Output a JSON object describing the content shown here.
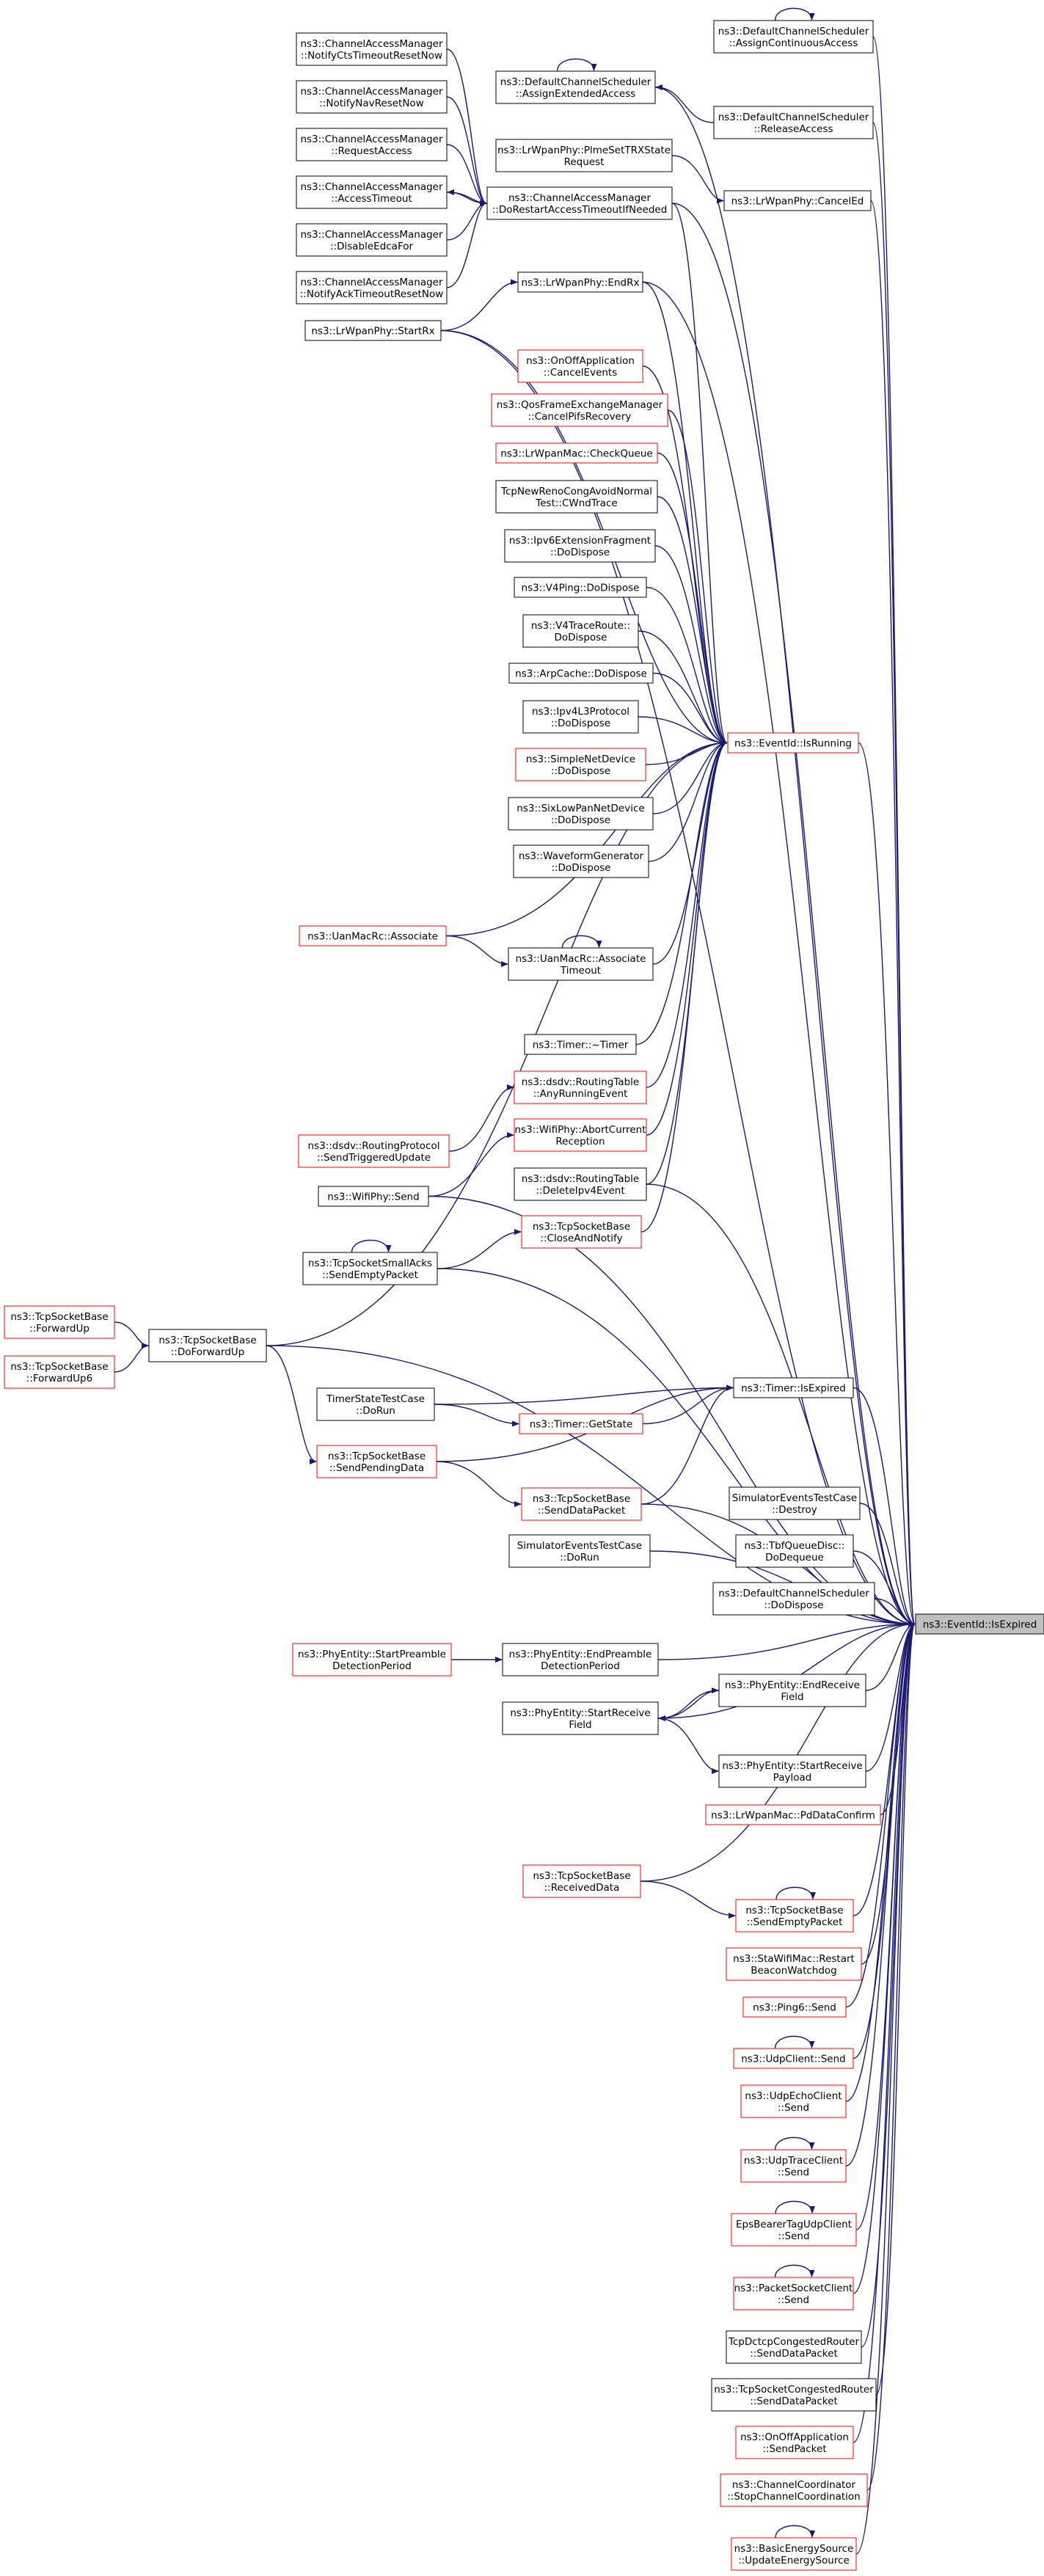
{
  "graph": {
    "focus": "n_isexpired",
    "edge_color": "#191970",
    "nodes": [
      {
        "id": "n_isexpired",
        "lines": [
          "ns3::EventId::IsExpired"
        ],
        "style": "focus"
      },
      {
        "id": "n_isrunning",
        "lines": [
          "ns3::EventId::IsRunning"
        ],
        "style": "red"
      },
      {
        "id": "n_dcs_assigncont",
        "lines": [
          "ns3::DefaultChannelScheduler",
          "::AssignContinuousAccess"
        ],
        "style": "black"
      },
      {
        "id": "n_dcs_assignext",
        "lines": [
          "ns3::DefaultChannelScheduler",
          "::AssignExtendedAccess"
        ],
        "style": "black"
      },
      {
        "id": "n_dcs_release",
        "lines": [
          "ns3::DefaultChannelScheduler",
          "::ReleaseAccess"
        ],
        "style": "black"
      },
      {
        "id": "n_cam_notifycts",
        "lines": [
          "ns3::ChannelAccessManager",
          "::NotifyCtsTimeoutResetNow"
        ],
        "style": "black"
      },
      {
        "id": "n_cam_notifynav",
        "lines": [
          "ns3::ChannelAccessManager",
          "::NotifyNavResetNow"
        ],
        "style": "black"
      },
      {
        "id": "n_cam_request",
        "lines": [
          "ns3::ChannelAccessManager",
          "::RequestAccess"
        ],
        "style": "black"
      },
      {
        "id": "n_cam_accesstimeout",
        "lines": [
          "ns3::ChannelAccessManager",
          "::AccessTimeout"
        ],
        "style": "black"
      },
      {
        "id": "n_cam_disableedca",
        "lines": [
          "ns3::ChannelAccessManager",
          "::DisableEdcaFor"
        ],
        "style": "black"
      },
      {
        "id": "n_cam_notifyack",
        "lines": [
          "ns3::ChannelAccessManager",
          "::NotifyAckTimeoutResetNow"
        ],
        "style": "black"
      },
      {
        "id": "n_cam_dorestart",
        "lines": [
          "ns3::ChannelAccessManager",
          "::DoRestartAccessTimeoutIfNeeded"
        ],
        "style": "black"
      },
      {
        "id": "n_lrphy_plme",
        "lines": [
          "ns3::LrWpanPhy::PlmeSetTRXState",
          "Request"
        ],
        "style": "black"
      },
      {
        "id": "n_lrphy_cancelEd",
        "lines": [
          "ns3::LrWpanPhy::CancelEd"
        ],
        "style": "black"
      },
      {
        "id": "n_lrphy_endrx",
        "lines": [
          "ns3::LrWpanPhy::EndRx"
        ],
        "style": "black"
      },
      {
        "id": "n_lrphy_startrx",
        "lines": [
          "ns3::LrWpanPhy::StartRx"
        ],
        "style": "black"
      },
      {
        "id": "n_onoff_cancel",
        "lines": [
          "ns3::OnOffApplication",
          "::CancelEvents"
        ],
        "style": "red"
      },
      {
        "id": "n_qos_cancel",
        "lines": [
          "ns3::QosFrameExchangeManager",
          "::CancelPifsRecovery"
        ],
        "style": "red"
      },
      {
        "id": "n_lrmac_checkq",
        "lines": [
          "ns3::LrWpanMac::CheckQueue"
        ],
        "style": "red"
      },
      {
        "id": "n_tcpnewreno",
        "lines": [
          "TcpNewRenoCongAvoidNormal",
          "Test::CWndTrace"
        ],
        "style": "black"
      },
      {
        "id": "n_ipv6ext",
        "lines": [
          "ns3::Ipv6ExtensionFragment",
          "::DoDispose"
        ],
        "style": "black"
      },
      {
        "id": "n_v4ping",
        "lines": [
          "ns3::V4Ping::DoDispose"
        ],
        "style": "black"
      },
      {
        "id": "n_v4trace",
        "lines": [
          "ns3::V4TraceRoute::",
          "DoDispose"
        ],
        "style": "black"
      },
      {
        "id": "n_arpcache",
        "lines": [
          "ns3::ArpCache::DoDispose"
        ],
        "style": "black"
      },
      {
        "id": "n_ipv4l3",
        "lines": [
          "ns3::Ipv4L3Protocol",
          "::DoDispose"
        ],
        "style": "black"
      },
      {
        "id": "n_simplenet",
        "lines": [
          "ns3::SimpleNetDevice",
          "::DoDispose"
        ],
        "style": "red"
      },
      {
        "id": "n_sixlowpan",
        "lines": [
          "ns3::SixLowPanNetDevice",
          "::DoDispose"
        ],
        "style": "black"
      },
      {
        "id": "n_waveform",
        "lines": [
          "ns3::WaveformGenerator",
          "::DoDispose"
        ],
        "style": "black"
      },
      {
        "id": "n_uan_assoc",
        "lines": [
          "ns3::UanMacRc::Associate"
        ],
        "style": "red"
      },
      {
        "id": "n_uan_assoctimeout",
        "lines": [
          "ns3::UanMacRc::Associate",
          "Timeout"
        ],
        "style": "black"
      },
      {
        "id": "n_timer_dtor",
        "lines": [
          "ns3::Timer::~Timer"
        ],
        "style": "black"
      },
      {
        "id": "n_dsdv_anyrunning",
        "lines": [
          "ns3::dsdv::RoutingTable",
          "::AnyRunningEvent"
        ],
        "style": "red"
      },
      {
        "id": "n_dsdv_sendtrig",
        "lines": [
          "ns3::dsdv::RoutingProtocol",
          "::SendTriggeredUpdate"
        ],
        "style": "red"
      },
      {
        "id": "n_wifiphy_abort",
        "lines": [
          "ns3::WifiPhy::AbortCurrent",
          "Reception"
        ],
        "style": "red"
      },
      {
        "id": "n_wifiphy_send",
        "lines": [
          "ns3::WifiPhy::Send"
        ],
        "style": "black"
      },
      {
        "id": "n_dsdv_delete",
        "lines": [
          "ns3::dsdv::RoutingTable",
          "::DeleteIpv4Event"
        ],
        "style": "black"
      },
      {
        "id": "n_tcpsb_closenotify",
        "lines": [
          "ns3::TcpSocketBase",
          "::CloseAndNotify"
        ],
        "style": "red"
      },
      {
        "id": "n_tcpsmallacks",
        "lines": [
          "ns3::TcpSocketSmallAcks",
          "::SendEmptyPacket"
        ],
        "style": "black"
      },
      {
        "id": "n_tcpsb_fwdup",
        "lines": [
          "ns3::TcpSocketBase",
          "::ForwardUp"
        ],
        "style": "red"
      },
      {
        "id": "n_tcpsb_fwdup6",
        "lines": [
          "ns3::TcpSocketBase",
          "::ForwardUp6"
        ],
        "style": "red"
      },
      {
        "id": "n_tcpsb_doforward",
        "lines": [
          "ns3::TcpSocketBase",
          "::DoForwardUp"
        ],
        "style": "black"
      },
      {
        "id": "n_timer_isexpired",
        "lines": [
          "ns3::Timer::IsExpired"
        ],
        "style": "black"
      },
      {
        "id": "n_timerstate_dorun",
        "lines": [
          "TimerStateTestCase",
          "::DoRun"
        ],
        "style": "black"
      },
      {
        "id": "n_timer_getstate",
        "lines": [
          "ns3::Timer::GetState"
        ],
        "style": "red"
      },
      {
        "id": "n_tcpsb_sendpending",
        "lines": [
          "ns3::TcpSocketBase",
          "::SendPendingData"
        ],
        "style": "red"
      },
      {
        "id": "n_tcpsb_senddata",
        "lines": [
          "ns3::TcpSocketBase",
          "::SendDataPacket"
        ],
        "style": "red"
      },
      {
        "id": "n_simevents_destroy",
        "lines": [
          "SimulatorEventsTestCase",
          "::Destroy"
        ],
        "style": "black"
      },
      {
        "id": "n_simevents_dorun",
        "lines": [
          "SimulatorEventsTestCase",
          "::DoRun"
        ],
        "style": "black"
      },
      {
        "id": "n_tbf_dequeue",
        "lines": [
          "ns3::TbfQueueDisc::",
          "DoDequeue"
        ],
        "style": "black"
      },
      {
        "id": "n_dcs_dispose",
        "lines": [
          "ns3::DefaultChannelScheduler",
          "::DoDispose"
        ],
        "style": "black"
      },
      {
        "id": "n_phy_startpreamble",
        "lines": [
          "ns3::PhyEntity::StartPreamble",
          "DetectionPeriod"
        ],
        "style": "red"
      },
      {
        "id": "n_phy_endpreamble",
        "lines": [
          "ns3::PhyEntity::EndPreamble",
          "DetectionPeriod"
        ],
        "style": "black"
      },
      {
        "id": "n_phy_endreceive",
        "lines": [
          "ns3::PhyEntity::EndReceive",
          "Field"
        ],
        "style": "black"
      },
      {
        "id": "n_phy_startreceive",
        "lines": [
          "ns3::PhyEntity::StartReceive",
          "Field"
        ],
        "style": "black"
      },
      {
        "id": "n_phy_startpayload",
        "lines": [
          "ns3::PhyEntity::StartReceive",
          "Payload"
        ],
        "style": "black"
      },
      {
        "id": "n_lrmac_pddata",
        "lines": [
          "ns3::LrWpanMac::PdDataConfirm"
        ],
        "style": "red"
      },
      {
        "id": "n_tcpsb_received",
        "lines": [
          "ns3::TcpSocketBase",
          "::ReceivedData"
        ],
        "style": "red"
      },
      {
        "id": "n_tcpsb_sendempty",
        "lines": [
          "ns3::TcpSocketBase",
          "::SendEmptyPacket"
        ],
        "style": "red"
      },
      {
        "id": "n_stawifi_restart",
        "lines": [
          "ns3::StaWifiMac::Restart",
          "BeaconWatchdog"
        ],
        "style": "red"
      },
      {
        "id": "n_ping6_send",
        "lines": [
          "ns3::Ping6::Send"
        ],
        "style": "red"
      },
      {
        "id": "n_udpclient_send",
        "lines": [
          "ns3::UdpClient::Send"
        ],
        "style": "red"
      },
      {
        "id": "n_udpecho_send",
        "lines": [
          "ns3::UdpEchoClient",
          "::Send"
        ],
        "style": "red"
      },
      {
        "id": "n_udptrace_send",
        "lines": [
          "ns3::UdpTraceClient",
          "::Send"
        ],
        "style": "red"
      },
      {
        "id": "n_epsbearer_send",
        "lines": [
          "EpsBearerTagUdpClient",
          "::Send"
        ],
        "style": "red"
      },
      {
        "id": "n_packetsocket_send",
        "lines": [
          "ns3::PacketSocketClient",
          "::Send"
        ],
        "style": "red"
      },
      {
        "id": "n_tcpdctcp_send",
        "lines": [
          "TcpDctcpCongestedRouter",
          "::SendDataPacket"
        ],
        "style": "black"
      },
      {
        "id": "n_tcpsocketcong_send",
        "lines": [
          "ns3::TcpSocketCongestedRouter",
          "::SendDataPacket"
        ],
        "style": "black"
      },
      {
        "id": "n_onoff_sendpacket",
        "lines": [
          "ns3::OnOffApplication",
          "::SendPacket"
        ],
        "style": "red"
      },
      {
        "id": "n_chcoord_stop",
        "lines": [
          "ns3::ChannelCoordinator",
          "::StopChannelCoordination"
        ],
        "style": "red"
      },
      {
        "id": "n_basicenergy_update",
        "lines": [
          "ns3::BasicEnergySource",
          "::UpdateEnergySource"
        ],
        "style": "red"
      }
    ]
  }
}
